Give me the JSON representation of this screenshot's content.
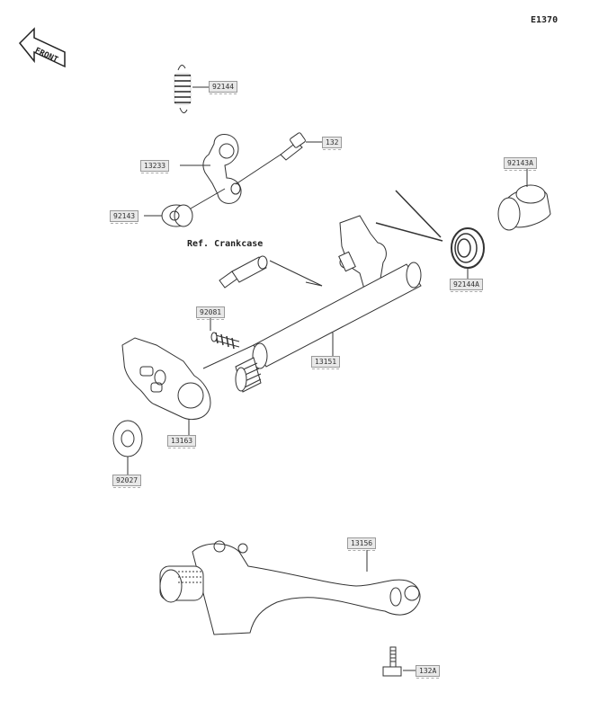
{
  "diagram_code": "E1370",
  "front_label": "FRONT",
  "ref_note": "Ref. Crankcase",
  "parts": {
    "p92144": "92144",
    "p132": "132",
    "p13233": "13233",
    "p92143A": "92143A",
    "p92143": "92143",
    "p92144A": "92144A",
    "p92081": "92081",
    "p13151": "13151",
    "p13163": "13163",
    "p92027": "92027",
    "p13156": "13156",
    "p132A": "132A"
  },
  "colors": {
    "line": "#333333",
    "fill": "#ffffff",
    "shade": "#dddddd",
    "label_bg": "#e8e8e8"
  }
}
